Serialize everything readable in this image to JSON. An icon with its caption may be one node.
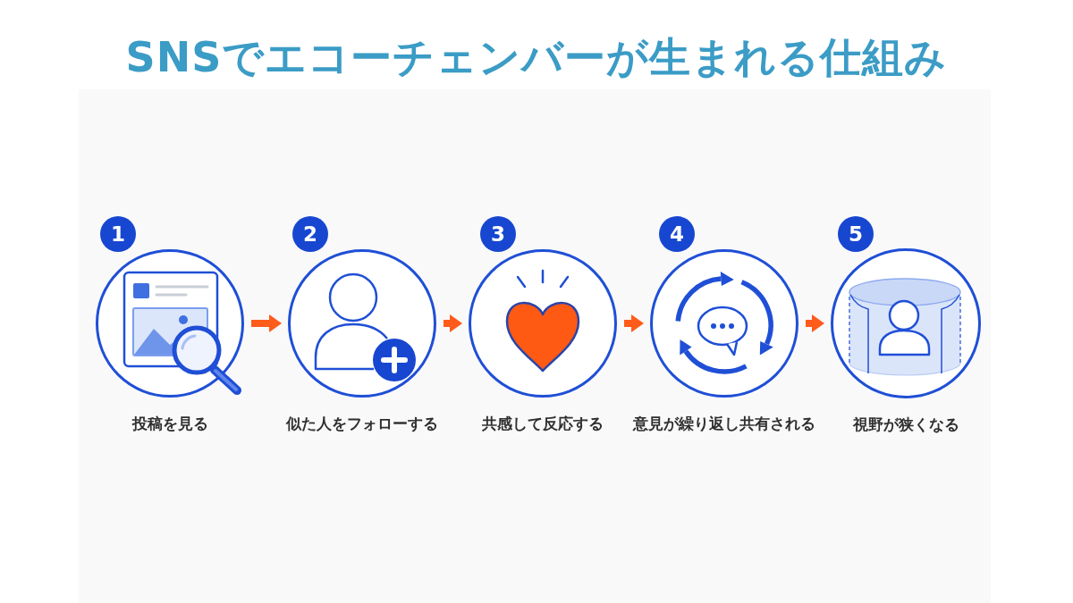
{
  "diagram": {
    "title": "SNSでエコーチェンバーが生まれる仕組み",
    "nodes": [
      {
        "text": [
          "投稿を見る"
        ],
        "beside": [
          "1"
        ]
      },
      {
        "text": [
          "似た人をフォローする"
        ],
        "beside": [
          "2"
        ]
      },
      {
        "text": [
          "共感して反応する"
        ],
        "beside": [
          "3"
        ]
      },
      {
        "text": [
          "意見が繰り返し共有される"
        ],
        "beside": [
          "4"
        ]
      },
      {
        "text": [
          "視野が狭くなる"
        ],
        "beside": [
          "5"
        ]
      }
    ],
    "edges": [
      {
        "from": 0,
        "to": 1,
        "arrow": "to"
      },
      {
        "from": 1,
        "to": 2,
        "arrow": "to"
      },
      {
        "from": 2,
        "to": 3,
        "arrow": "to"
      },
      {
        "from": 3,
        "to": 4,
        "arrow": "to"
      }
    ]
  }
}
